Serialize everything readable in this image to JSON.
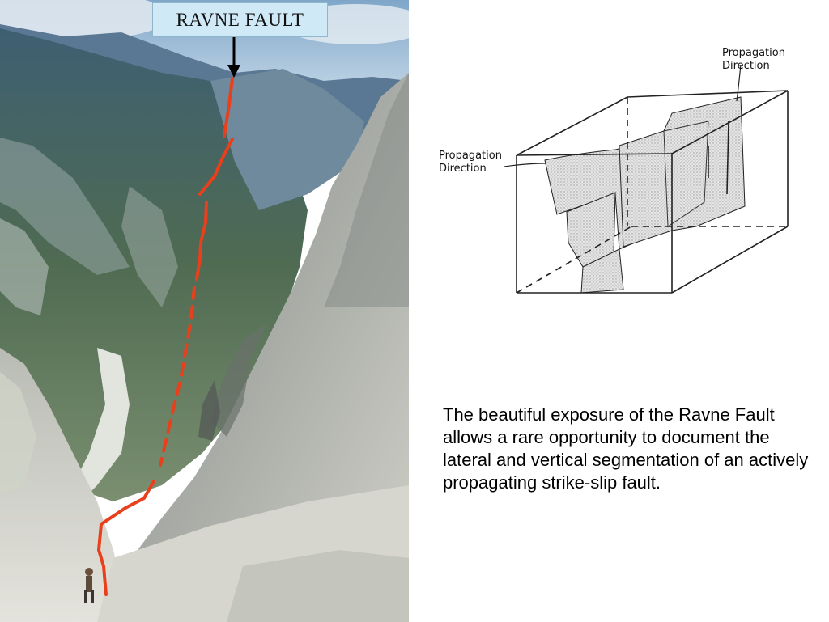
{
  "photo": {
    "label": "RAVNE FAULT"
  },
  "diagram": {
    "label_top": [
      "Propagation",
      "Direction"
    ],
    "label_left": [
      "Propagation",
      "Direction"
    ]
  },
  "caption": "The beautiful exposure of the Ravne Fault allows a rare opportunity to document the lateral and vertical segmentation of an actively propagating strike-slip fault.",
  "colors": {
    "fault_line": "#e8401c",
    "label_bg": "#cfe9f7",
    "sky": "#9fc3e0"
  }
}
